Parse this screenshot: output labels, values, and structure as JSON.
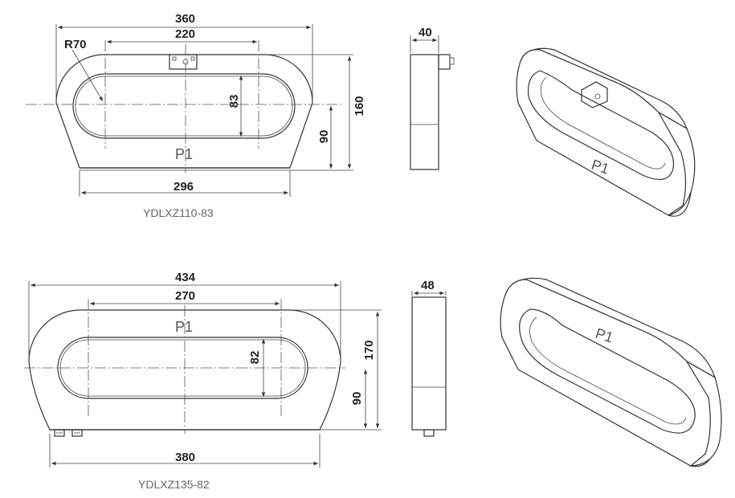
{
  "model_a": {
    "caption": "YDLXZ110-83",
    "dim_outer_width": "360",
    "dim_window_width": "220",
    "dim_radius": "R70",
    "dim_window_height": "83",
    "dim_half_height": "90",
    "dim_total_height": "160",
    "dim_base_width": "296",
    "dim_thickness": "40",
    "marking": "P1",
    "iso_marking": "P1"
  },
  "model_b": {
    "caption": "YDLXZ135-82",
    "dim_outer_width": "434",
    "dim_window_width": "270",
    "dim_window_height": "82",
    "dim_half_height": "90",
    "dim_total_height": "170",
    "dim_base_width": "380",
    "dim_thickness": "48",
    "marking": "P1",
    "iso_marking": "P1"
  }
}
